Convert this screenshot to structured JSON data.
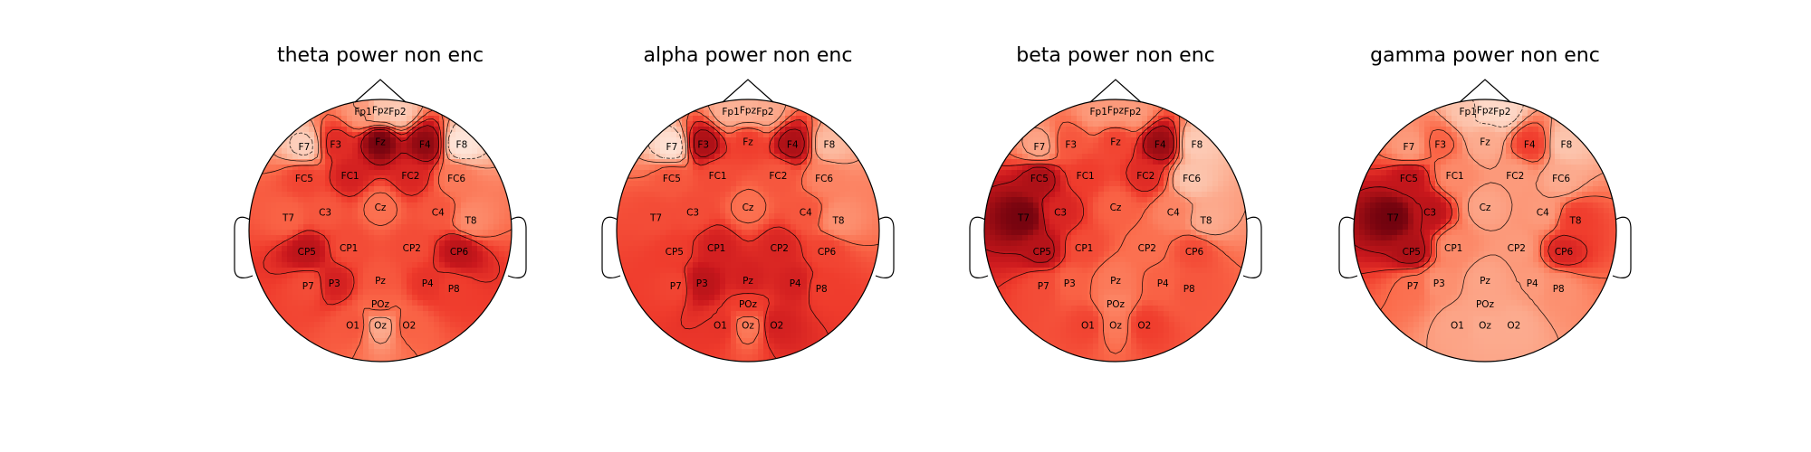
{
  "colors": {
    "low": "#fff5f0",
    "high": "#67000d",
    "outline": "#000000"
  },
  "chart_data": [
    {
      "type": "heatmap",
      "subtype": "scalp-topomap",
      "title": "theta power non enc",
      "channels": [
        {
          "name": "Fp1",
          "value": 0.35
        },
        {
          "name": "Fpz",
          "value": 0.22
        },
        {
          "name": "Fp2",
          "value": 0.2
        },
        {
          "name": "F7",
          "value": 0.18
        },
        {
          "name": "F3",
          "value": 0.68
        },
        {
          "name": "Fz",
          "value": 0.97
        },
        {
          "name": "F4",
          "value": 0.92
        },
        {
          "name": "F8",
          "value": 0.1
        },
        {
          "name": "FC5",
          "value": 0.6
        },
        {
          "name": "FC1",
          "value": 0.72
        },
        {
          "name": "FC2",
          "value": 0.7
        },
        {
          "name": "FC6",
          "value": 0.45
        },
        {
          "name": "T7",
          "value": 0.52
        },
        {
          "name": "C3",
          "value": 0.55
        },
        {
          "name": "Cz",
          "value": 0.48
        },
        {
          "name": "C4",
          "value": 0.55
        },
        {
          "name": "T8",
          "value": 0.4
        },
        {
          "name": "CP5",
          "value": 0.8
        },
        {
          "name": "CP1",
          "value": 0.58
        },
        {
          "name": "CP2",
          "value": 0.58
        },
        {
          "name": "CP6",
          "value": 0.8
        },
        {
          "name": "P7",
          "value": 0.58
        },
        {
          "name": "P3",
          "value": 0.72
        },
        {
          "name": "Pz",
          "value": 0.55
        },
        {
          "name": "P4",
          "value": 0.65
        },
        {
          "name": "P8",
          "value": 0.62
        },
        {
          "name": "POz",
          "value": 0.52
        },
        {
          "name": "O1",
          "value": 0.55
        },
        {
          "name": "Oz",
          "value": 0.3
        },
        {
          "name": "O2",
          "value": 0.52
        }
      ]
    },
    {
      "type": "heatmap",
      "subtype": "scalp-topomap",
      "title": "alpha power non enc",
      "channels": [
        {
          "name": "Fp1",
          "value": 0.28
        },
        {
          "name": "Fpz",
          "value": 0.28
        },
        {
          "name": "Fp2",
          "value": 0.3
        },
        {
          "name": "F7",
          "value": 0.12
        },
        {
          "name": "F3",
          "value": 0.85
        },
        {
          "name": "Fz",
          "value": 0.62
        },
        {
          "name": "F4",
          "value": 0.85
        },
        {
          "name": "F8",
          "value": 0.25
        },
        {
          "name": "FC5",
          "value": 0.55
        },
        {
          "name": "FC1",
          "value": 0.58
        },
        {
          "name": "FC2",
          "value": 0.55
        },
        {
          "name": "FC6",
          "value": 0.42
        },
        {
          "name": "T7",
          "value": 0.58
        },
        {
          "name": "C3",
          "value": 0.58
        },
        {
          "name": "Cz",
          "value": 0.48
        },
        {
          "name": "C4",
          "value": 0.55
        },
        {
          "name": "T8",
          "value": 0.38
        },
        {
          "name": "CP5",
          "value": 0.62
        },
        {
          "name": "CP1",
          "value": 0.72
        },
        {
          "name": "CP2",
          "value": 0.7
        },
        {
          "name": "CP6",
          "value": 0.6
        },
        {
          "name": "P7",
          "value": 0.6
        },
        {
          "name": "P3",
          "value": 0.8
        },
        {
          "name": "Pz",
          "value": 0.72
        },
        {
          "name": "P4",
          "value": 0.72
        },
        {
          "name": "P8",
          "value": 0.62
        },
        {
          "name": "POz",
          "value": 0.62
        },
        {
          "name": "O1",
          "value": 0.65
        },
        {
          "name": "Oz",
          "value": 0.45
        },
        {
          "name": "O2",
          "value": 0.72
        }
      ]
    },
    {
      "type": "heatmap",
      "subtype": "scalp-topomap",
      "title": "beta power non enc",
      "channels": [
        {
          "name": "Fp1",
          "value": 0.35
        },
        {
          "name": "Fpz",
          "value": 0.35
        },
        {
          "name": "Fp2",
          "value": 0.35
        },
        {
          "name": "F7",
          "value": 0.32
        },
        {
          "name": "F3",
          "value": 0.55
        },
        {
          "name": "Fz",
          "value": 0.6
        },
        {
          "name": "F4",
          "value": 0.9
        },
        {
          "name": "F8",
          "value": 0.2
        },
        {
          "name": "FC5",
          "value": 0.85
        },
        {
          "name": "FC1",
          "value": 0.62
        },
        {
          "name": "FC2",
          "value": 0.68
        },
        {
          "name": "FC6",
          "value": 0.22
        },
        {
          "name": "T7",
          "value": 0.97
        },
        {
          "name": "C3",
          "value": 0.7
        },
        {
          "name": "Cz",
          "value": 0.52
        },
        {
          "name": "C4",
          "value": 0.42
        },
        {
          "name": "T8",
          "value": 0.3
        },
        {
          "name": "CP5",
          "value": 0.82
        },
        {
          "name": "CP1",
          "value": 0.58
        },
        {
          "name": "CP2",
          "value": 0.48
        },
        {
          "name": "CP6",
          "value": 0.58
        },
        {
          "name": "P7",
          "value": 0.58
        },
        {
          "name": "P3",
          "value": 0.52
        },
        {
          "name": "Pz",
          "value": 0.45
        },
        {
          "name": "P4",
          "value": 0.52
        },
        {
          "name": "P8",
          "value": 0.55
        },
        {
          "name": "POz",
          "value": 0.42
        },
        {
          "name": "O1",
          "value": 0.6
        },
        {
          "name": "Oz",
          "value": 0.45
        },
        {
          "name": "O2",
          "value": 0.62
        }
      ]
    },
    {
      "type": "heatmap",
      "subtype": "scalp-topomap",
      "title": "gamma power non enc",
      "channels": [
        {
          "name": "Fp1",
          "value": 0.22
        },
        {
          "name": "Fpz",
          "value": 0.15
        },
        {
          "name": "Fp2",
          "value": 0.15
        },
        {
          "name": "F7",
          "value": 0.35
        },
        {
          "name": "F3",
          "value": 0.52
        },
        {
          "name": "Fz",
          "value": 0.3
        },
        {
          "name": "F4",
          "value": 0.62
        },
        {
          "name": "F8",
          "value": 0.22
        },
        {
          "name": "FC5",
          "value": 0.78
        },
        {
          "name": "FC1",
          "value": 0.4
        },
        {
          "name": "FC2",
          "value": 0.35
        },
        {
          "name": "FC6",
          "value": 0.3
        },
        {
          "name": "T7",
          "value": 0.98
        },
        {
          "name": "C3",
          "value": 0.8
        },
        {
          "name": "Cz",
          "value": 0.32
        },
        {
          "name": "C4",
          "value": 0.35
        },
        {
          "name": "T8",
          "value": 0.62
        },
        {
          "name": "CP5",
          "value": 0.85
        },
        {
          "name": "CP1",
          "value": 0.4
        },
        {
          "name": "CP2",
          "value": 0.35
        },
        {
          "name": "CP6",
          "value": 0.7
        },
        {
          "name": "P7",
          "value": 0.48
        },
        {
          "name": "P3",
          "value": 0.38
        },
        {
          "name": "Pz",
          "value": 0.32
        },
        {
          "name": "P4",
          "value": 0.35
        },
        {
          "name": "P8",
          "value": 0.38
        },
        {
          "name": "POz",
          "value": 0.32
        },
        {
          "name": "O1",
          "value": 0.32
        },
        {
          "name": "Oz",
          "value": 0.3
        },
        {
          "name": "O2",
          "value": 0.3
        }
      ]
    }
  ]
}
